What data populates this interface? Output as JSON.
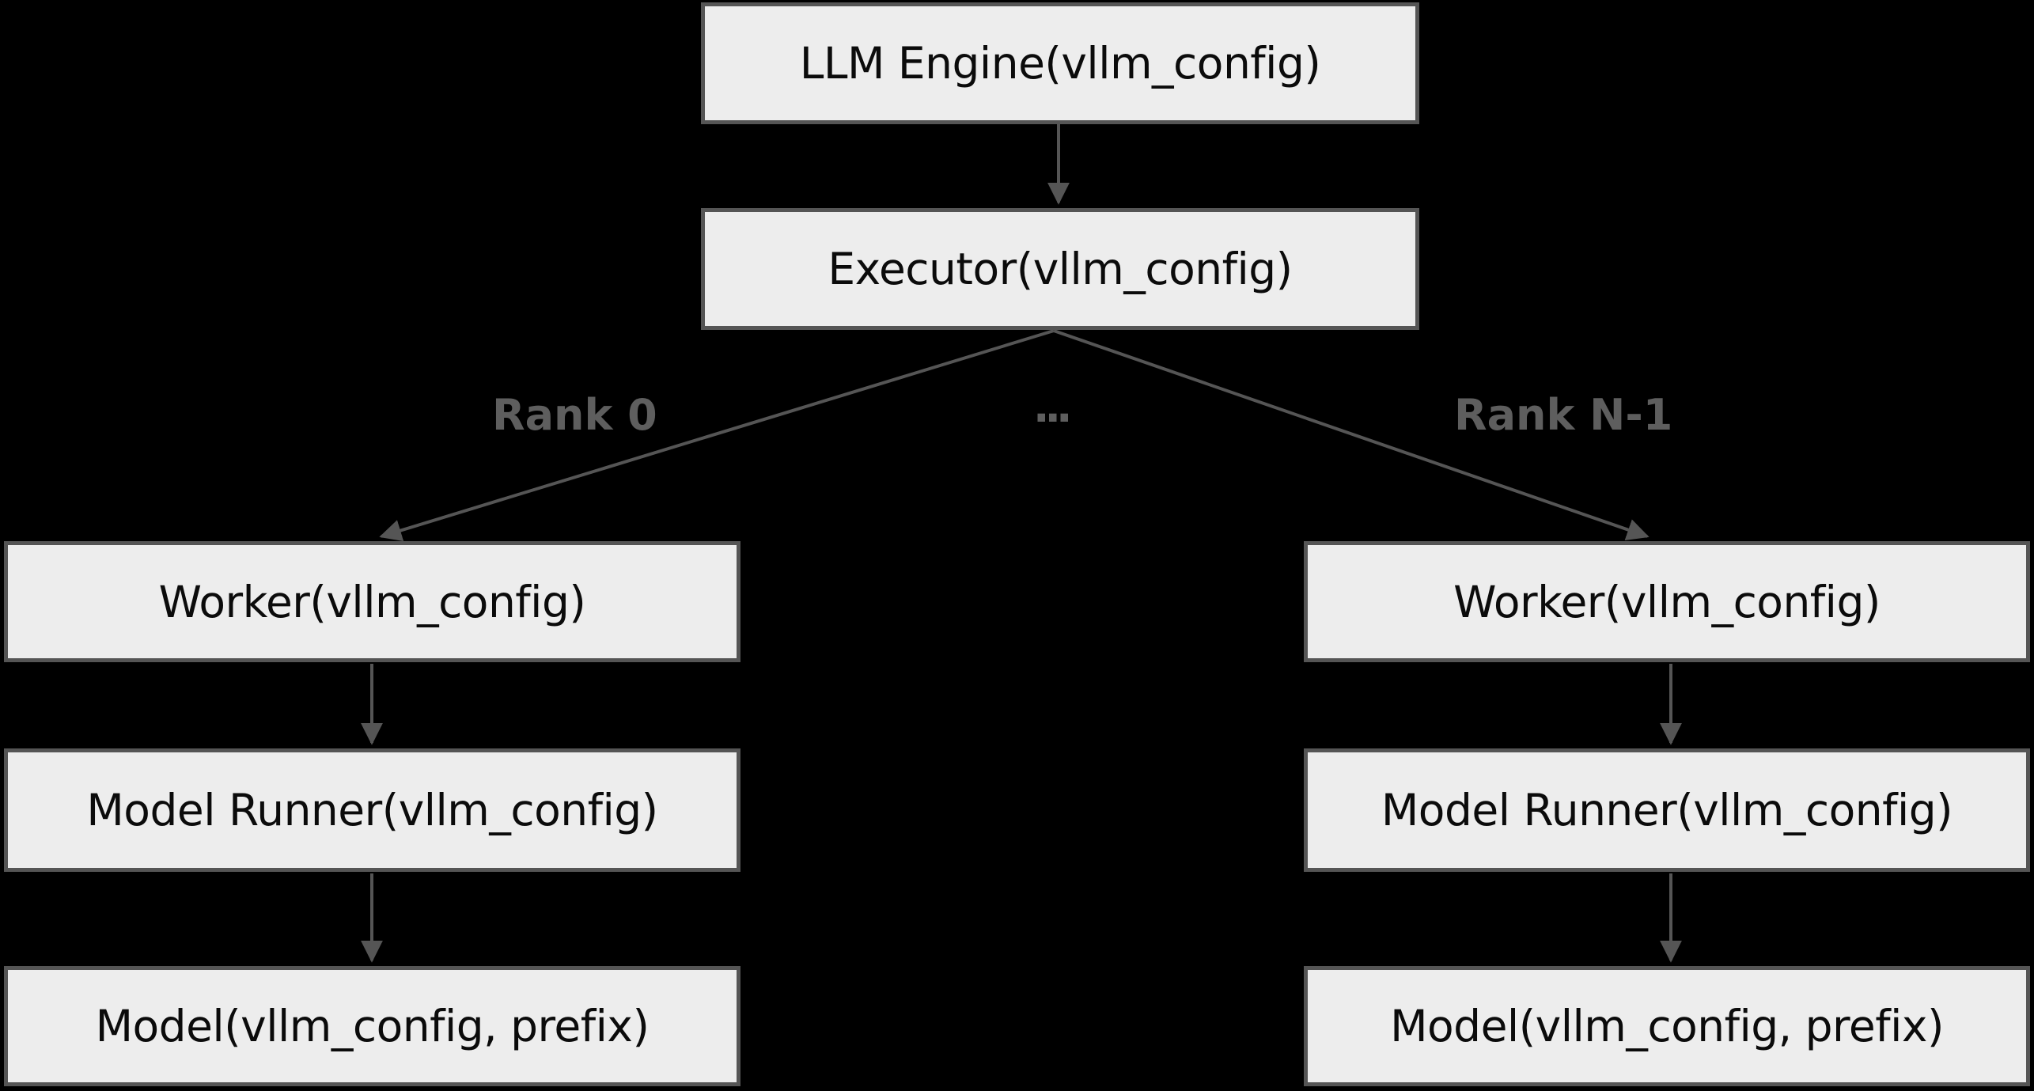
{
  "diagram": {
    "nodes": {
      "engine": {
        "label": "LLM Engine(vllm_config)"
      },
      "executor": {
        "label": "Executor(vllm_config)"
      },
      "worker_left": {
        "label": "Worker(vllm_config)"
      },
      "runner_left": {
        "label": "Model Runner(vllm_config)"
      },
      "model_left": {
        "label": "Model(vllm_config, prefix)"
      },
      "worker_right": {
        "label": "Worker(vllm_config)"
      },
      "runner_right": {
        "label": "Model Runner(vllm_config)"
      },
      "model_right": {
        "label": "Model(vllm_config, prefix)"
      }
    },
    "edge_labels": {
      "rank0": "Rank 0",
      "dots": "...",
      "rank_n": "Rank N-1"
    },
    "colors": {
      "background": "#000000",
      "node_fill": "#ededed",
      "node_border": "#555555",
      "node_text": "#0b0b0b",
      "edge": "#555555",
      "edge_label_text": "#5e5e5e"
    }
  }
}
